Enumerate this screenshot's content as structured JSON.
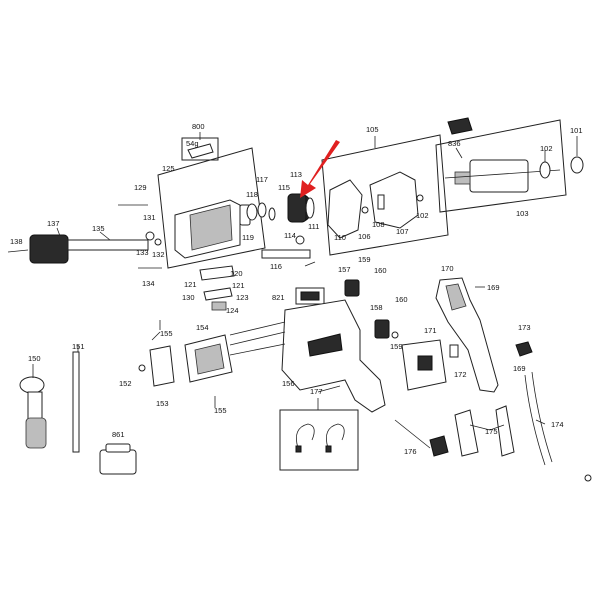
{
  "diagram": {
    "arrow_color": "#e02020",
    "callouts": {
      "c800": "800",
      "c54g": "54g",
      "c105": "105",
      "c836": "836",
      "c101": "101",
      "c125": "125",
      "c113": "113",
      "c115": "115",
      "c117": "117",
      "c118": "118",
      "c119": "119",
      "c129": "129",
      "c131": "131",
      "c137": "137",
      "c135": "135",
      "c138": "138",
      "c133": "133",
      "c132": "132",
      "c134": "134",
      "c114": "114",
      "c111": "111",
      "c116": "116",
      "c110": "110",
      "c106": "106",
      "c108": "108",
      "c107": "107",
      "c102a": "102",
      "c102b": "102",
      "c103": "103",
      "c120": "120",
      "c121a": "121",
      "c121b": "121",
      "c130": "130",
      "c123": "123",
      "c124": "124",
      "c157": "157",
      "c159a": "159",
      "c160a": "160",
      "c170": "170",
      "c169a": "169",
      "c821": "821",
      "c158": "158",
      "c160b": "160",
      "c159b": "159",
      "c173": "173",
      "c171": "171",
      "c172": "172",
      "c169b": "169",
      "c155a": "155",
      "c154": "154",
      "c156": "156",
      "c150": "150",
      "c151": "151",
      "c152": "152",
      "c153": "153",
      "c155b": "155",
      "c177": "177",
      "c174": "174",
      "c175": "175",
      "c176": "176",
      "c861": "861"
    },
    "icons": [
      "red-arrow-icon",
      "ce-mark-icon"
    ]
  }
}
